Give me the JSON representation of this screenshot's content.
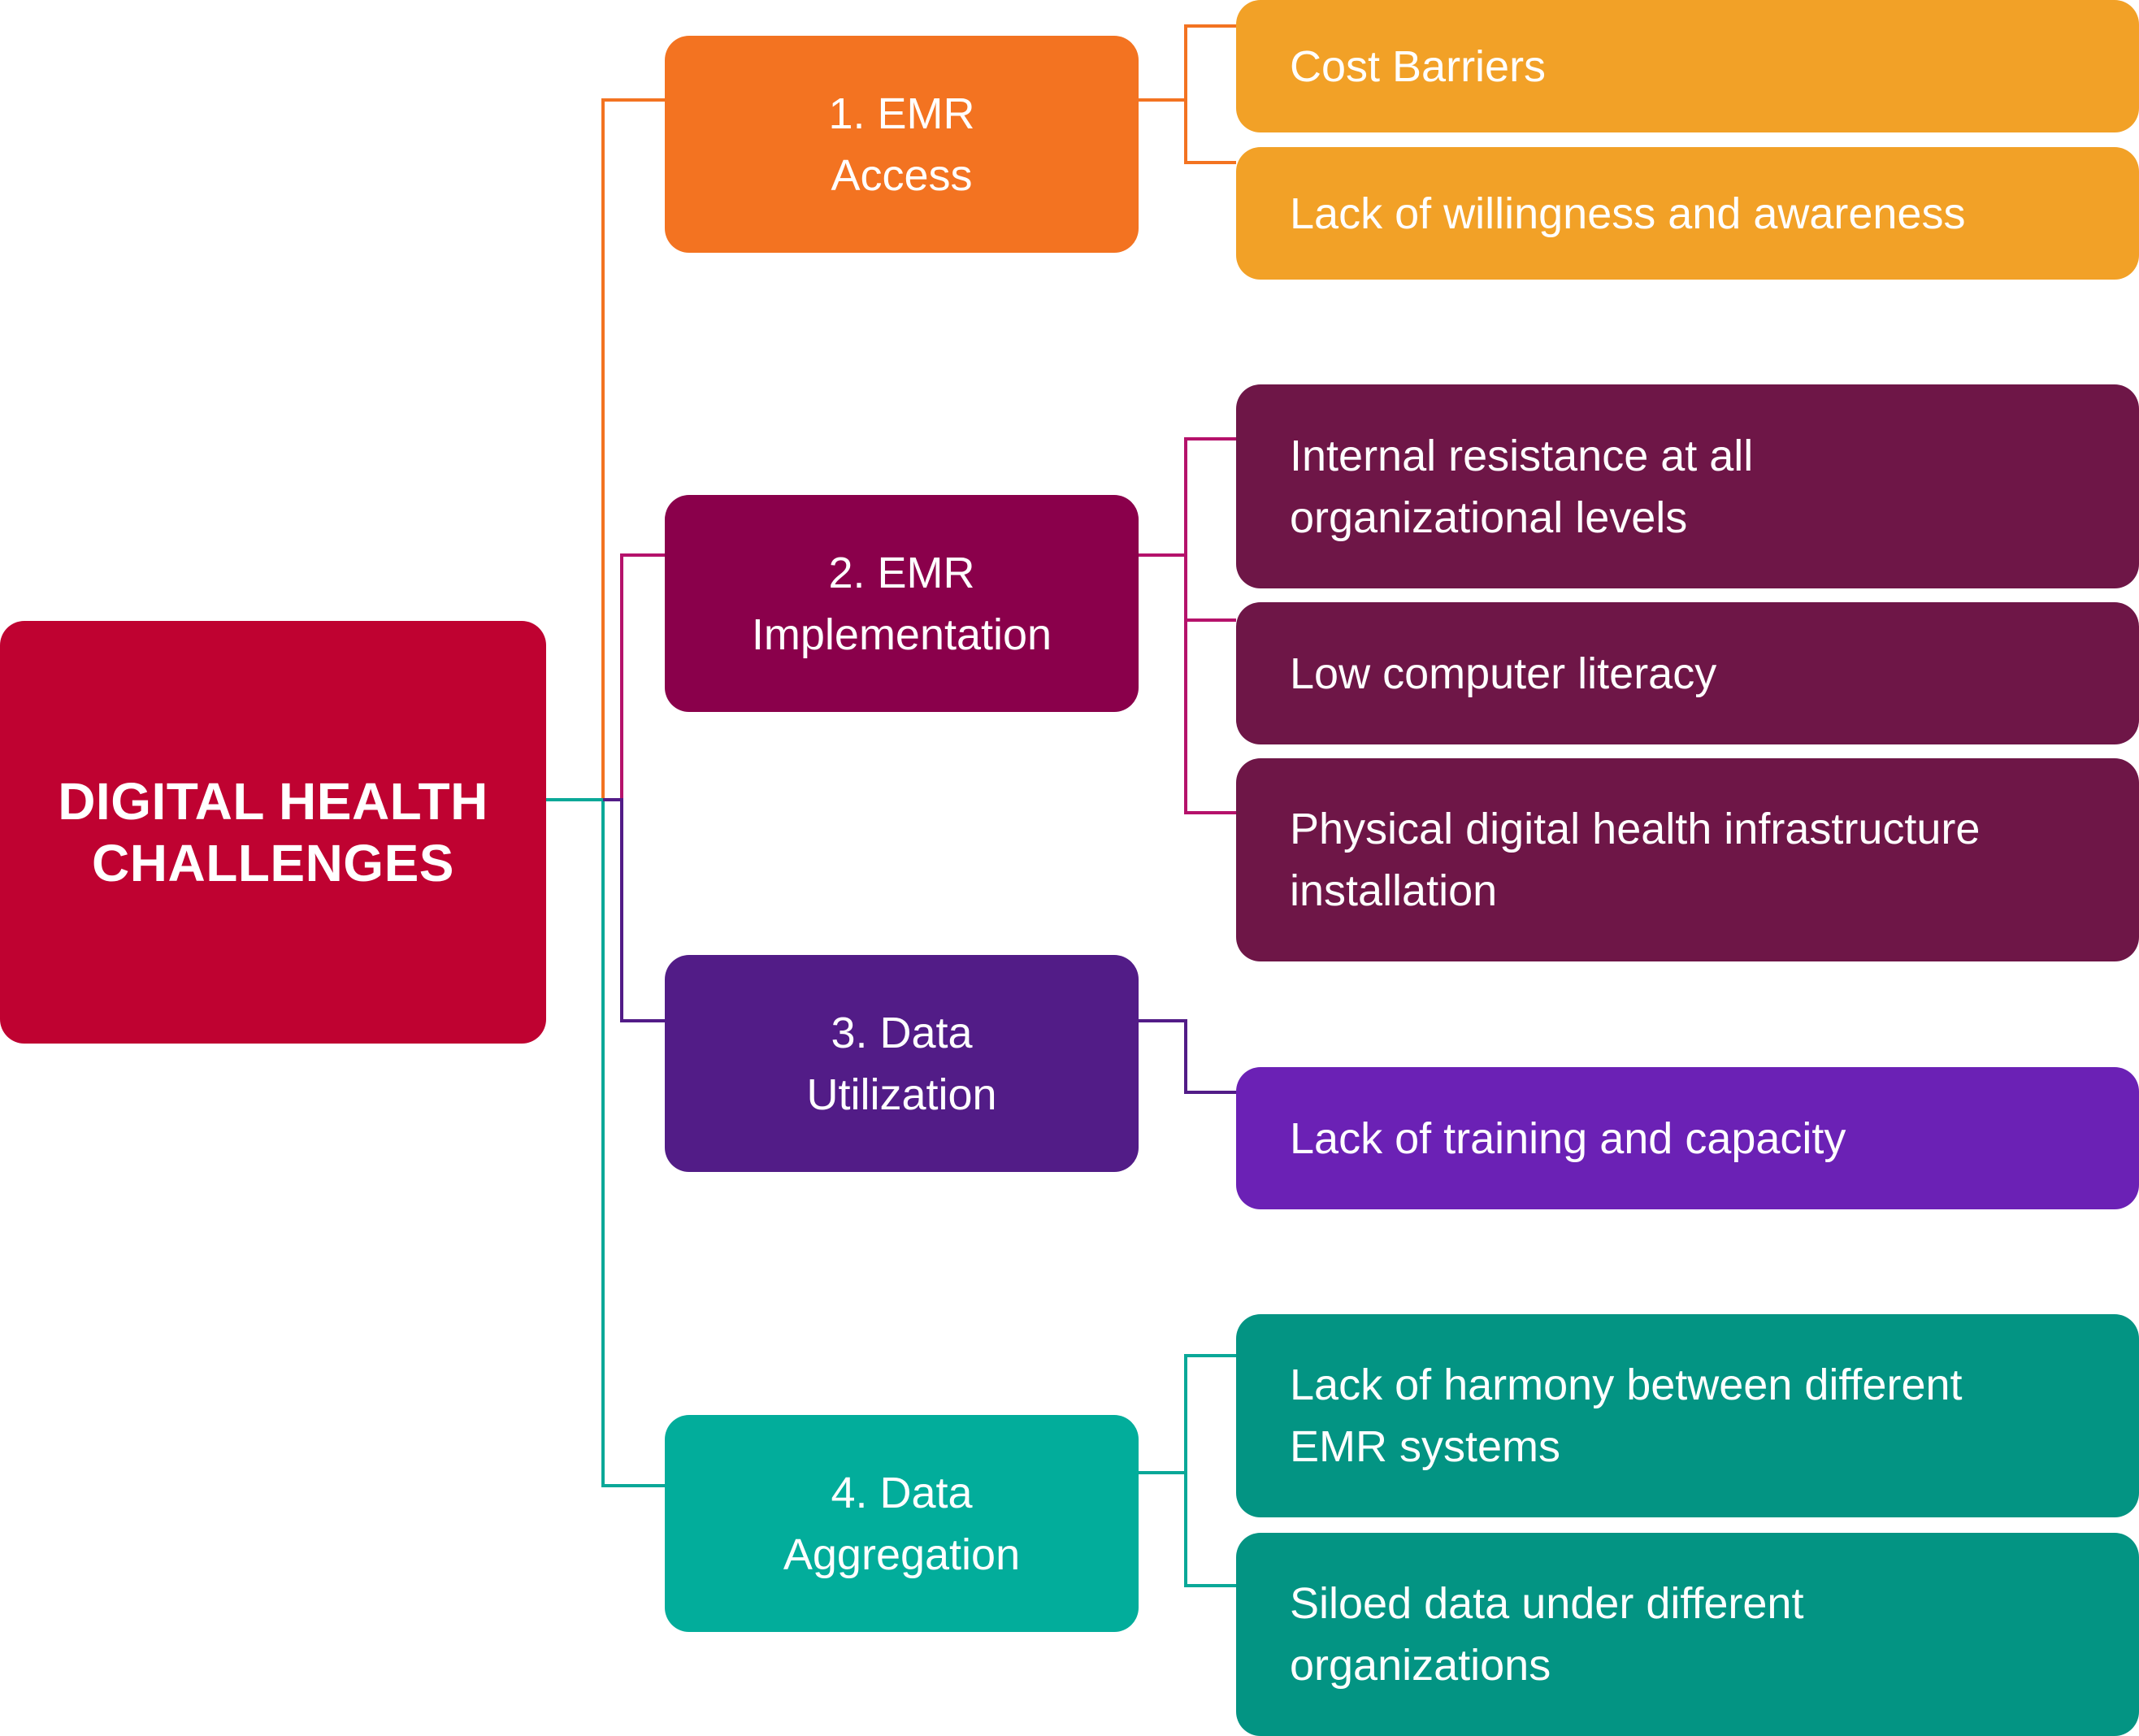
{
  "title": "DIGITAL HEALTH CHALLENGES",
  "root": {
    "lines": [
      "DIGITAL HEALTH",
      "CHALLENGES"
    ],
    "color": "#BF0231"
  },
  "categories": [
    {
      "lines": [
        "1. EMR",
        "Access"
      ],
      "color": "#F37321",
      "item_color": "#F2A127",
      "connector_color": "#F37321",
      "items": [
        {
          "lines": [
            "Cost Barriers"
          ]
        },
        {
          "lines": [
            "Lack of willingness and awareness"
          ]
        }
      ]
    },
    {
      "lines": [
        "2. EMR",
        "Implementation"
      ],
      "color": "#8A004B",
      "item_color": "#6E1647",
      "connector_color": "#B5126B",
      "items": [
        {
          "lines": [
            "Internal resistance at all",
            "organizational levels"
          ]
        },
        {
          "lines": [
            "Low computer literacy"
          ]
        },
        {
          "lines": [
            "Physical digital health infrastructure",
            "installation"
          ]
        }
      ]
    },
    {
      "lines": [
        "3. Data",
        "Utilization"
      ],
      "color": "#521C87",
      "item_color": "#6B21B5",
      "connector_color": "#521C87",
      "items": [
        {
          "lines": [
            "Lack of training and capacity"
          ]
        }
      ]
    },
    {
      "lines": [
        "4. Data",
        "Aggregation"
      ],
      "color": "#02AD9B",
      "item_color": "#039483",
      "connector_color": "#0AA898",
      "items": [
        {
          "lines": [
            "Lack of harmony between different",
            "EMR systems"
          ]
        },
        {
          "lines": [
            "Siloed data under different",
            "organizations"
          ]
        }
      ]
    }
  ]
}
